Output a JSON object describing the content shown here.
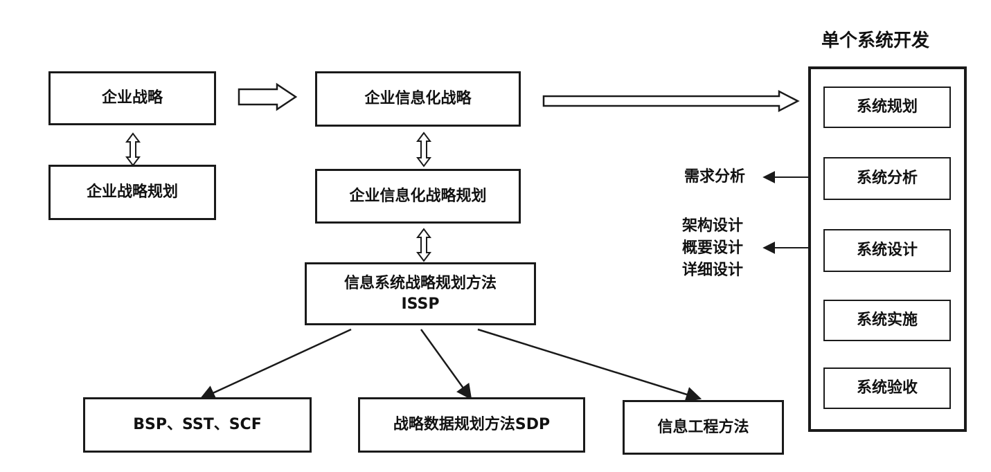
{
  "diagram": {
    "enterprise_strategy": "企业战略",
    "enterprise_strategy_planning": "企业战略规划",
    "info_strategy": "企业信息化战略",
    "info_strategy_planning": "企业信息化战略规划",
    "issp": {
      "line1": "信息系统战略规划方法",
      "line2": "ISSP"
    },
    "methods": {
      "bsp": "BSP、SST、SCF",
      "sdp": "战略数据规划方法SDP",
      "ie": "信息工程方法"
    },
    "single_system": {
      "title": "单个系统开发",
      "steps": [
        "系统规划",
        "系统分析",
        "系统设计",
        "系统实施",
        "系统验收"
      ]
    },
    "outputs": {
      "analysis": "需求分析",
      "design": [
        "架构设计",
        "概要设计",
        "详细设计"
      ]
    }
  }
}
